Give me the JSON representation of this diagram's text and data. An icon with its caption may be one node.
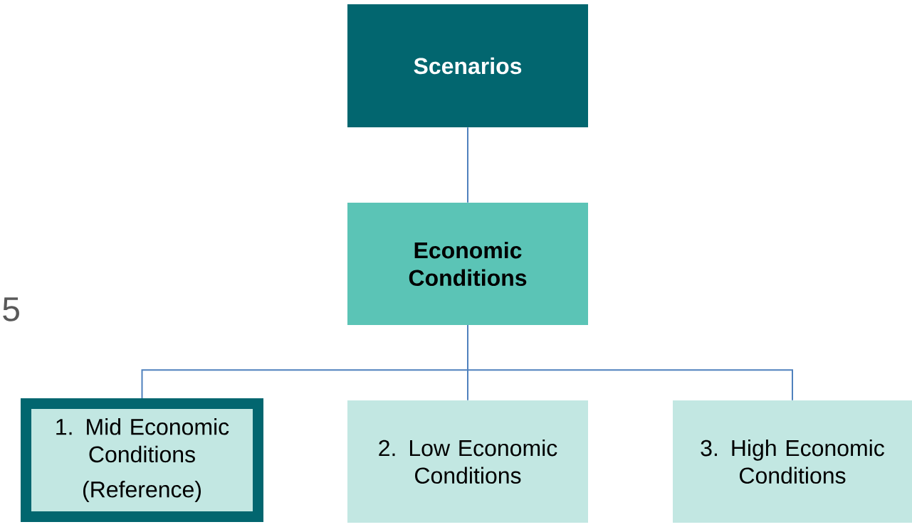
{
  "diagram": {
    "nodes": [
      {
        "text": [
          "Scenarios"
        ]
      },
      {
        "text": [
          "Economic Conditions"
        ]
      },
      {
        "text": [
          "1. Mid Economic Conditions",
          "(Reference)"
        ]
      },
      {
        "text": [
          "2. Low Economic Conditions"
        ]
      },
      {
        "text": [
          "3. High Economic Conditions"
        ]
      }
    ],
    "edges": [
      {
        "from": 0,
        "to": 1,
        "arrow": "none"
      },
      {
        "from": 1,
        "to": 2,
        "arrow": "none"
      },
      {
        "from": 1,
        "to": 3,
        "arrow": "none"
      },
      {
        "from": 1,
        "to": 4,
        "arrow": "none"
      }
    ],
    "labels": [
      "5"
    ]
  }
}
